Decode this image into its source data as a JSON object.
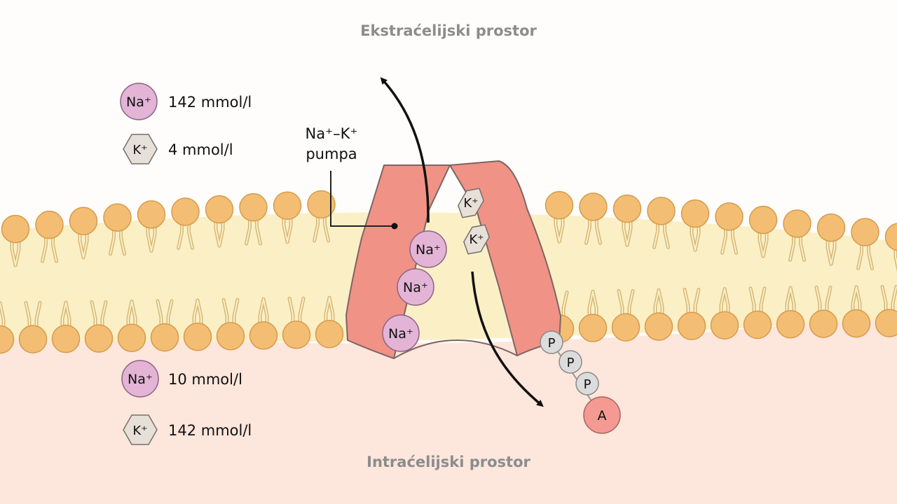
{
  "regions": {
    "extracellular": "Ekstraćelijski prostor",
    "intracellular": "Intraćelijski prostor"
  },
  "pump_label": {
    "line1": "Na⁺–K⁺",
    "line2": "pumpa"
  },
  "legend": {
    "outside": [
      {
        "ion": "Na⁺",
        "value": "142 mmol/l",
        "shape": "circle"
      },
      {
        "ion": "K⁺",
        "value": "4 mmol/l",
        "shape": "hexagon"
      }
    ],
    "inside": [
      {
        "ion": "Na⁺",
        "value": "10 mmol/l",
        "shape": "circle"
      },
      {
        "ion": "K⁺",
        "value": "142 mmol/l",
        "shape": "hexagon"
      }
    ]
  },
  "channel_ions": {
    "na": [
      "Na⁺",
      "Na⁺",
      "Na⁺"
    ],
    "k": [
      "K⁺",
      "K⁺"
    ]
  },
  "atp": {
    "phosphates": [
      "P",
      "P",
      "P"
    ],
    "base": "A"
  },
  "colors": {
    "extracellular_bg": "#fefdfb",
    "intracellular_bg": "#fde6dc",
    "membrane_band": "#fbefc6",
    "lipid_head": "#f3be73",
    "lipid_head_stroke": "#d79a4c",
    "pump": "#f19286",
    "pump_stroke": "#7d6562",
    "na_ion": "#e3b4d6",
    "k_ion": "#e6e0d8",
    "phosphate": "#dcdcdc",
    "adenosine": "#f49a92",
    "region_text": "#8c8c8c"
  }
}
